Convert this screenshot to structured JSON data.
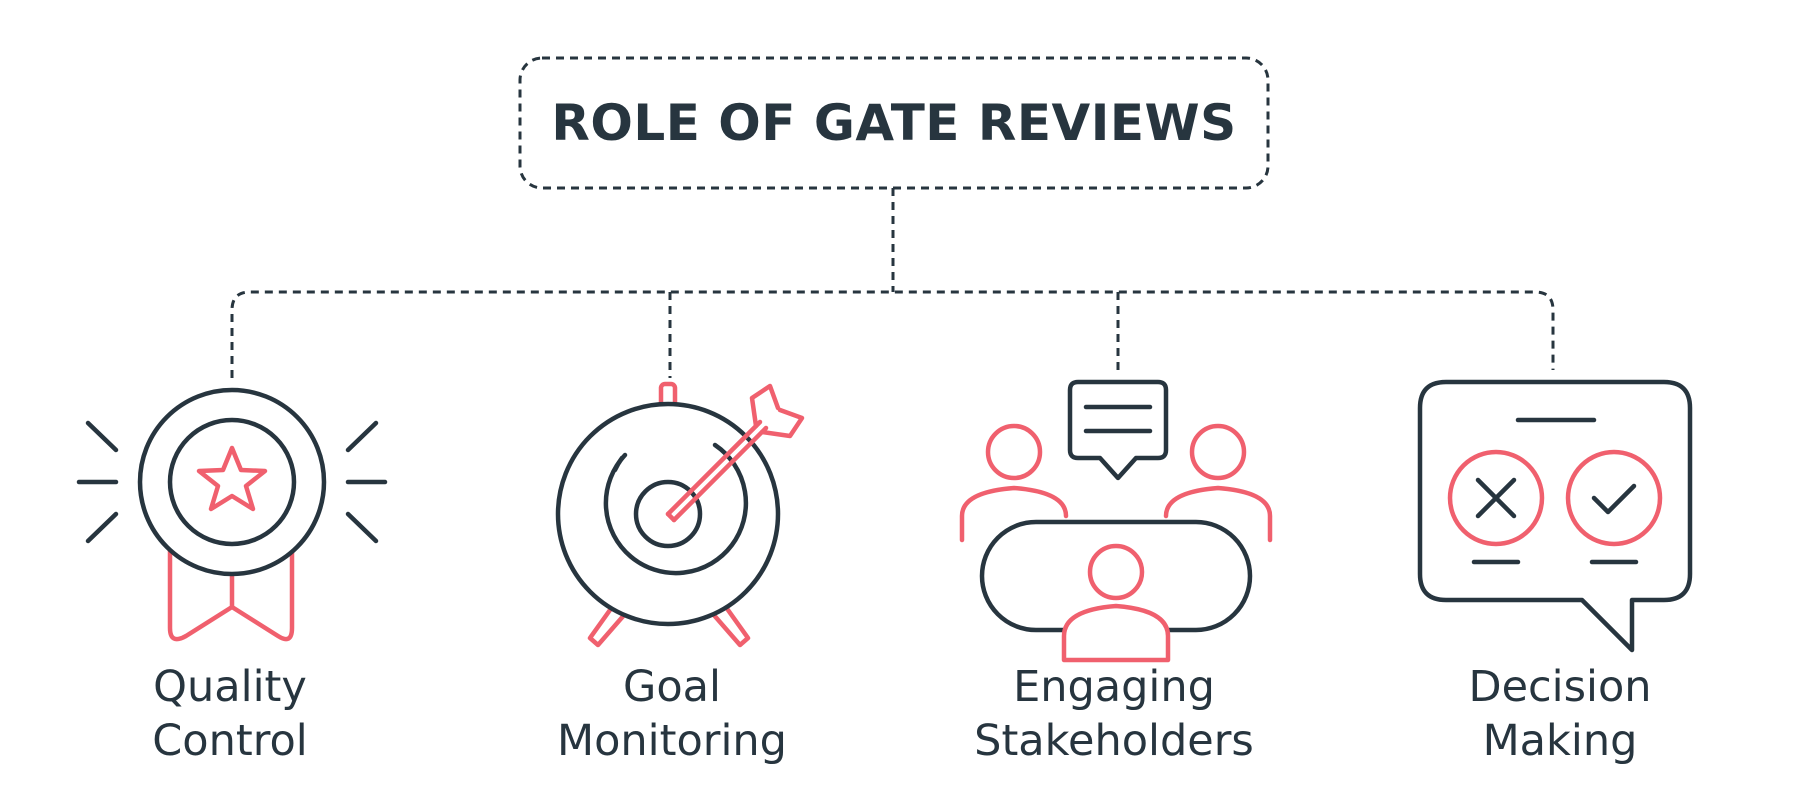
{
  "title": "ROLE OF GATE REVIEWS",
  "items": [
    {
      "line1": "Quality",
      "line2": "Control",
      "icon": "award-badge-icon"
    },
    {
      "line1": "Goal",
      "line2": "Monitoring",
      "icon": "target-arrow-icon"
    },
    {
      "line1": "Engaging",
      "line2": "Stakeholders",
      "icon": "meeting-group-icon"
    },
    {
      "line1": "Decision",
      "line2": "Making",
      "icon": "decision-chat-icon"
    }
  ],
  "colors": {
    "dark": "#27353f",
    "accent": "#f0606e",
    "background": "#ffffff"
  }
}
